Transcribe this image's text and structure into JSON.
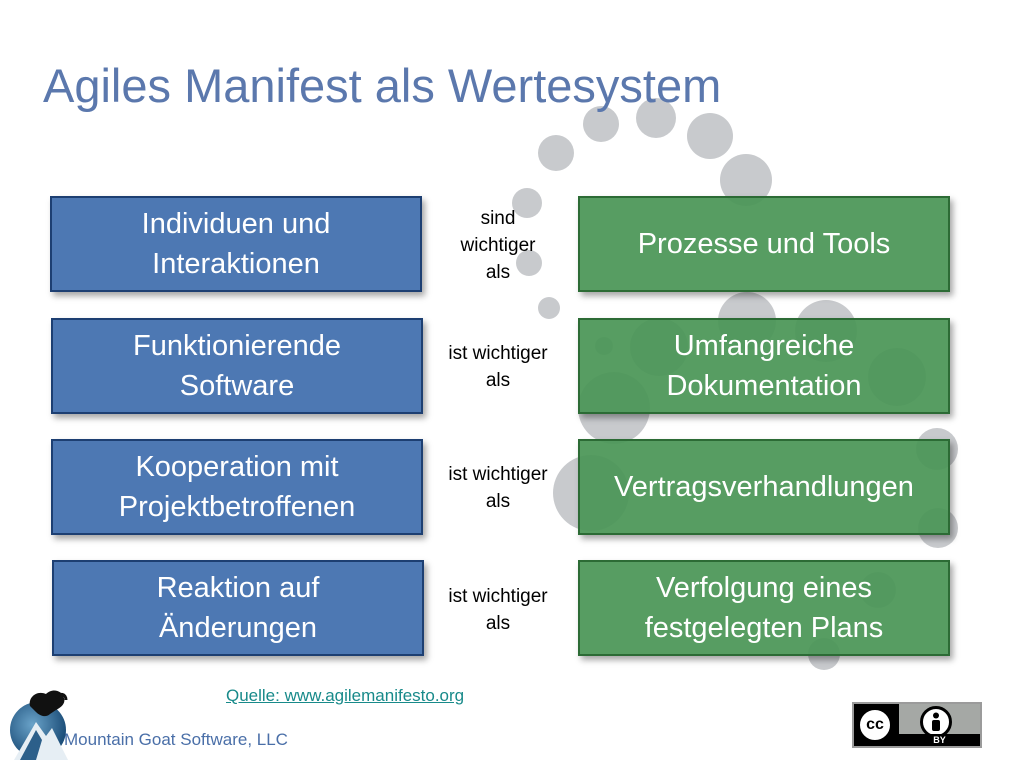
{
  "slide": {
    "title": "Agiles Manifest als Wertesystem",
    "rows": [
      {
        "left": [
          "Individuen und",
          "Interaktionen"
        ],
        "middle": [
          "sind",
          "wichtiger",
          "als"
        ],
        "right": [
          "Prozesse und Tools"
        ]
      },
      {
        "left": [
          "Funktionierende",
          "Software"
        ],
        "middle": [
          "ist wichtiger",
          "als"
        ],
        "right": [
          "Umfangreiche",
          "Dokumentation"
        ]
      },
      {
        "left": [
          "Kooperation mit",
          "Projektbetroffenen"
        ],
        "middle": [
          "ist wichtiger",
          "als"
        ],
        "right": [
          "Vertragsverhandlungen"
        ]
      },
      {
        "left": [
          "Reaktion auf",
          "Änderungen"
        ],
        "middle": [
          "ist wichtiger",
          "als"
        ],
        "right": [
          "Verfolgung eines",
          "festgelegten Plans"
        ]
      }
    ],
    "source": "Quelle: www.agilemanifesto.org",
    "company": "Mountain Goat Software, LLC",
    "license": {
      "cc_label": "cc",
      "by_label": "BY"
    }
  },
  "colors": {
    "title": "#5b78ad",
    "blue_box": "#4d78b3",
    "green_box": "#4a9656",
    "link": "#188a8a",
    "company": "#4a6fa8"
  },
  "icons": {
    "logo": "mountain-goat-logo-icon",
    "license": "creative-commons-by-icon",
    "cc": "cc-icon",
    "person": "person-icon"
  }
}
